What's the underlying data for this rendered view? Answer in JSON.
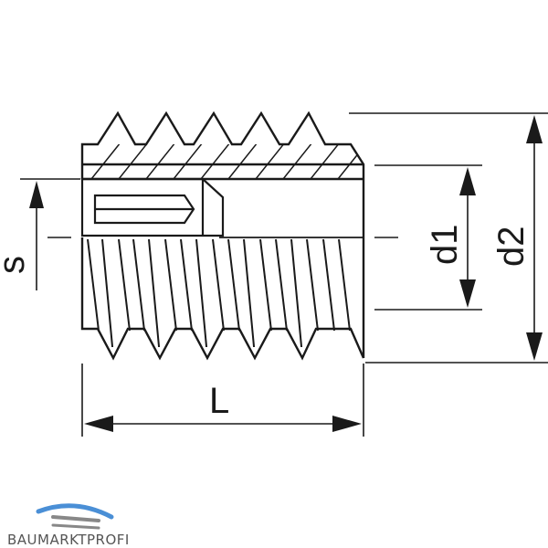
{
  "dimensions": {
    "s": "s",
    "d1": "d1",
    "d2": "d2",
    "L": "L"
  },
  "logo": {
    "text": "BAUMARKTPROFI"
  },
  "colors": {
    "line": "#1a1a1a",
    "logo_blue": "#4a8fd6",
    "logo_gray": "#888888",
    "logo_text": "#555555"
  },
  "icons": {
    "logo": "roof-logo-icon"
  }
}
